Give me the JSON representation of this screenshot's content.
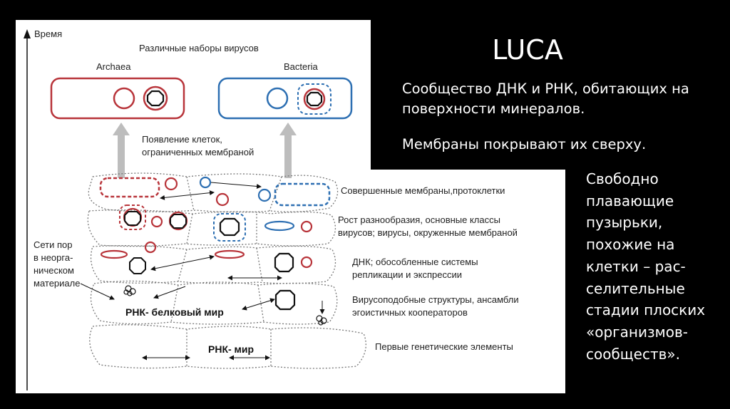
{
  "slide": {
    "title": "LUCA",
    "paragraph1": "Сообщество ДНК и РНК, обитающих на поверхности минералов.",
    "paragraph2": "Мембраны покрывают их сверху.",
    "side_text": "Свободно плавающие пузырьки, похожие на клетки – рас-селительные стадии плоских «организмов-сообществ»."
  },
  "diagram": {
    "time_axis_label": "Время",
    "top_label": "Различные наборы вирусов",
    "archaea_label": "Archaea",
    "bacteria_label": "Bacteria",
    "cells_label_line1": "Появление клеток,",
    "cells_label_line2": "ограниченных мембраной",
    "left_label_lines": [
      "Сети пор",
      "в неорга-",
      "ническом",
      "материале"
    ],
    "level_labels": [
      [
        "Совершенные мембраны,протоклетки"
      ],
      [
        "Рост разнообразия, основные классы",
        "вирусов; вирусы, окруженные мембраной"
      ],
      [
        "ДНК; обособленные системы",
        "репликации и экспрессии"
      ],
      [
        "Вирусоподобные структуры, ансамбли",
        "эгоистичных кооператоров"
      ],
      [
        "Первые генетические элементы"
      ]
    ],
    "rna_protein_world": "РНК- белковый мир",
    "rna_world": "РНК- мир",
    "colors": {
      "archaea": "#b8343a",
      "bacteria": "#2d6fb2",
      "arrow": "#bdbdbd",
      "ink": "#111111"
    }
  }
}
